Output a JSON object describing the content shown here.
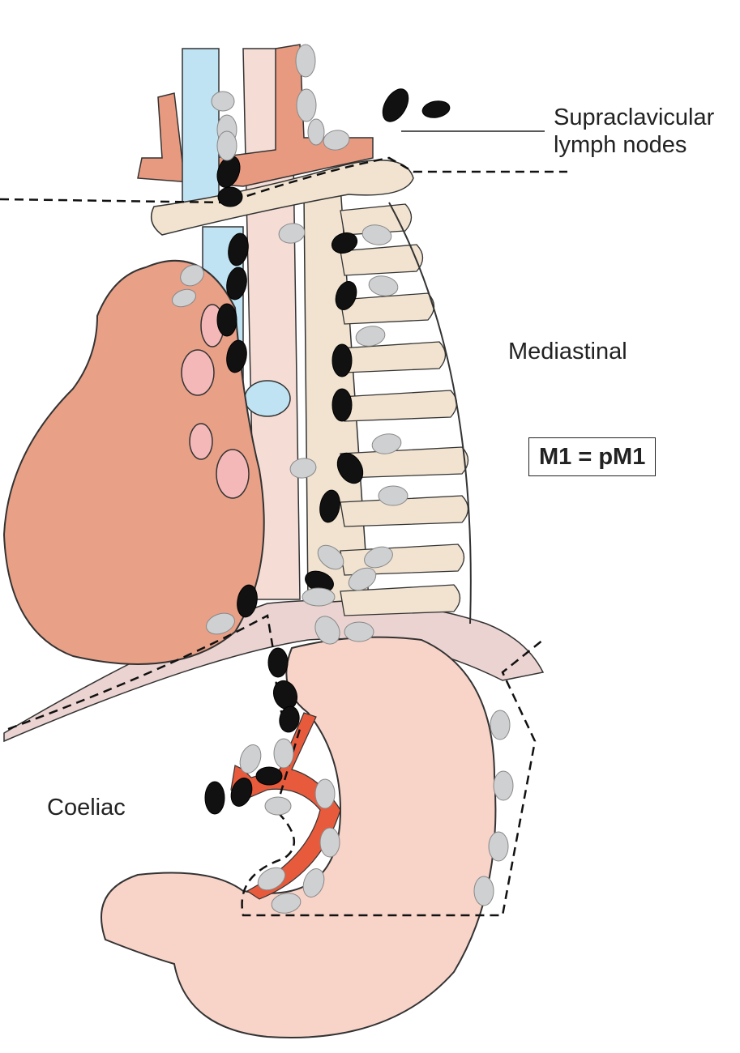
{
  "labels": {
    "supraclavicular": "Supraclavicular lymph nodes",
    "supraclavicular_line1": "Supraclavicular",
    "supraclavicular_line2": "lymph nodes",
    "mediastinal": "Mediastinal",
    "coeliac": "Coeliac",
    "staging": "M1 = pM1"
  },
  "colors": {
    "heart": "#e8a087",
    "stomach": "#f7d3c8",
    "bone": "#f1e3d0",
    "trachea": "#bfe3f2",
    "artery": "#e85a3c",
    "node_involved": "#111111",
    "node_normal": "#cfd0d2"
  }
}
